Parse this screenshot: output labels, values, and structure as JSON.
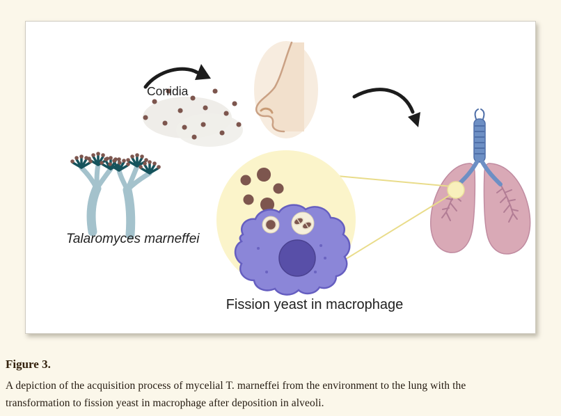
{
  "figure": {
    "labels": {
      "conidia": "Conidia",
      "organism": "Talaromyces marneffei",
      "fission": "Fission yeast in macrophage"
    }
  },
  "caption": {
    "heading": "Figure 3.",
    "body": "A depiction of the acquisition process of mycelial T. marneffei from the environment to the lung with the transformation to fission yeast in macrophage after deposition in alveoli."
  },
  "colors": {
    "background": "#fbf7ea",
    "panel": "#ffffff",
    "mold_teal": "#15535c",
    "stem_blue": "#a4c2cc",
    "conidia_brown": "#7d564e",
    "arrow_black": "#1c1c1c",
    "skin": "#f2e0cc",
    "lung_pink": "#d9a9b6",
    "trachea_blue": "#6d8fc4",
    "highlight_yellow": "#fbf4ca",
    "macrophage_purple": "#8b86d8",
    "nucleus_purple": "#584fa8"
  }
}
